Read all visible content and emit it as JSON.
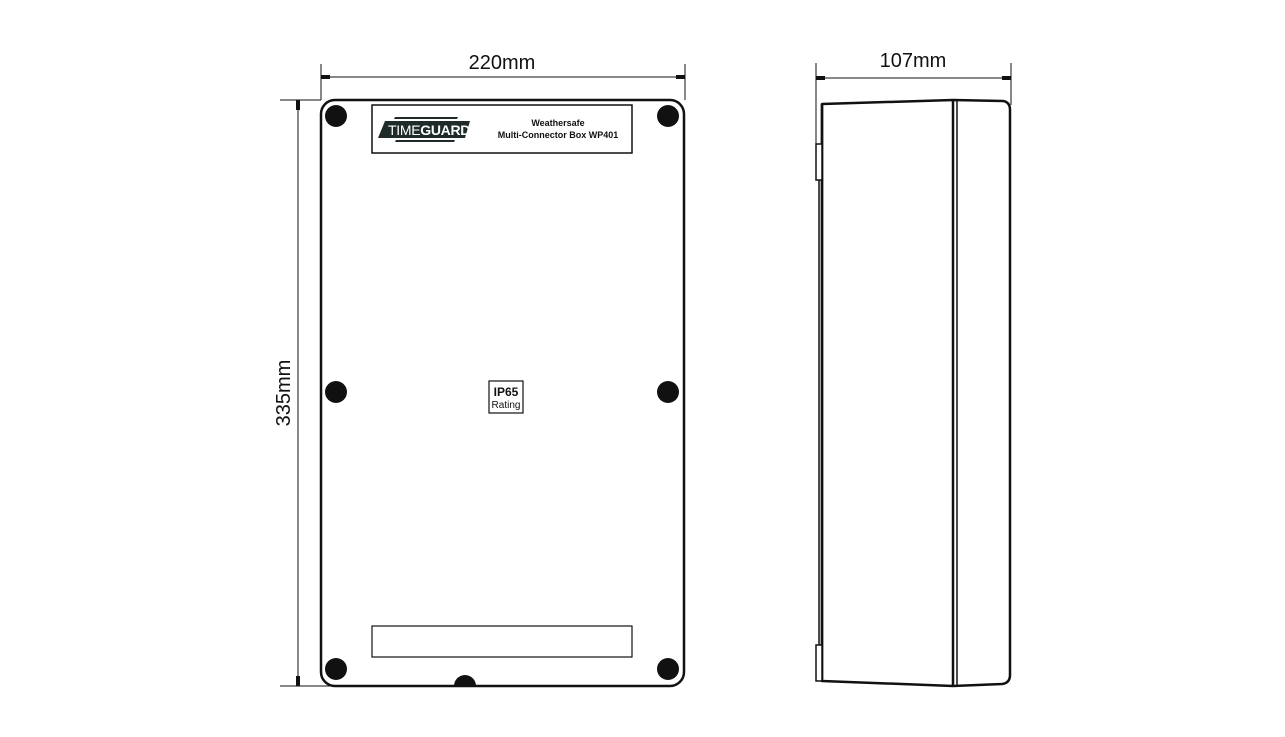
{
  "drawing": {
    "front_view": {
      "width_dimension": "220mm",
      "height_dimension": "335mm",
      "label_plate": {
        "brand": "TIMEGUARD",
        "brand_part1": "TIME",
        "brand_part2": "GUARD",
        "product_line1": "Weathersafe",
        "product_line2": "Multi-Connector Box WP401"
      },
      "ip_badge": {
        "rating": "IP65",
        "label": "Rating"
      },
      "screw_holes": 6,
      "bottom_label_area": ""
    },
    "side_view": {
      "depth_dimension": "107mm"
    },
    "colors": {
      "line": "#111111",
      "background": "#ffffff",
      "logo_fill": "#1f2a2a"
    }
  }
}
